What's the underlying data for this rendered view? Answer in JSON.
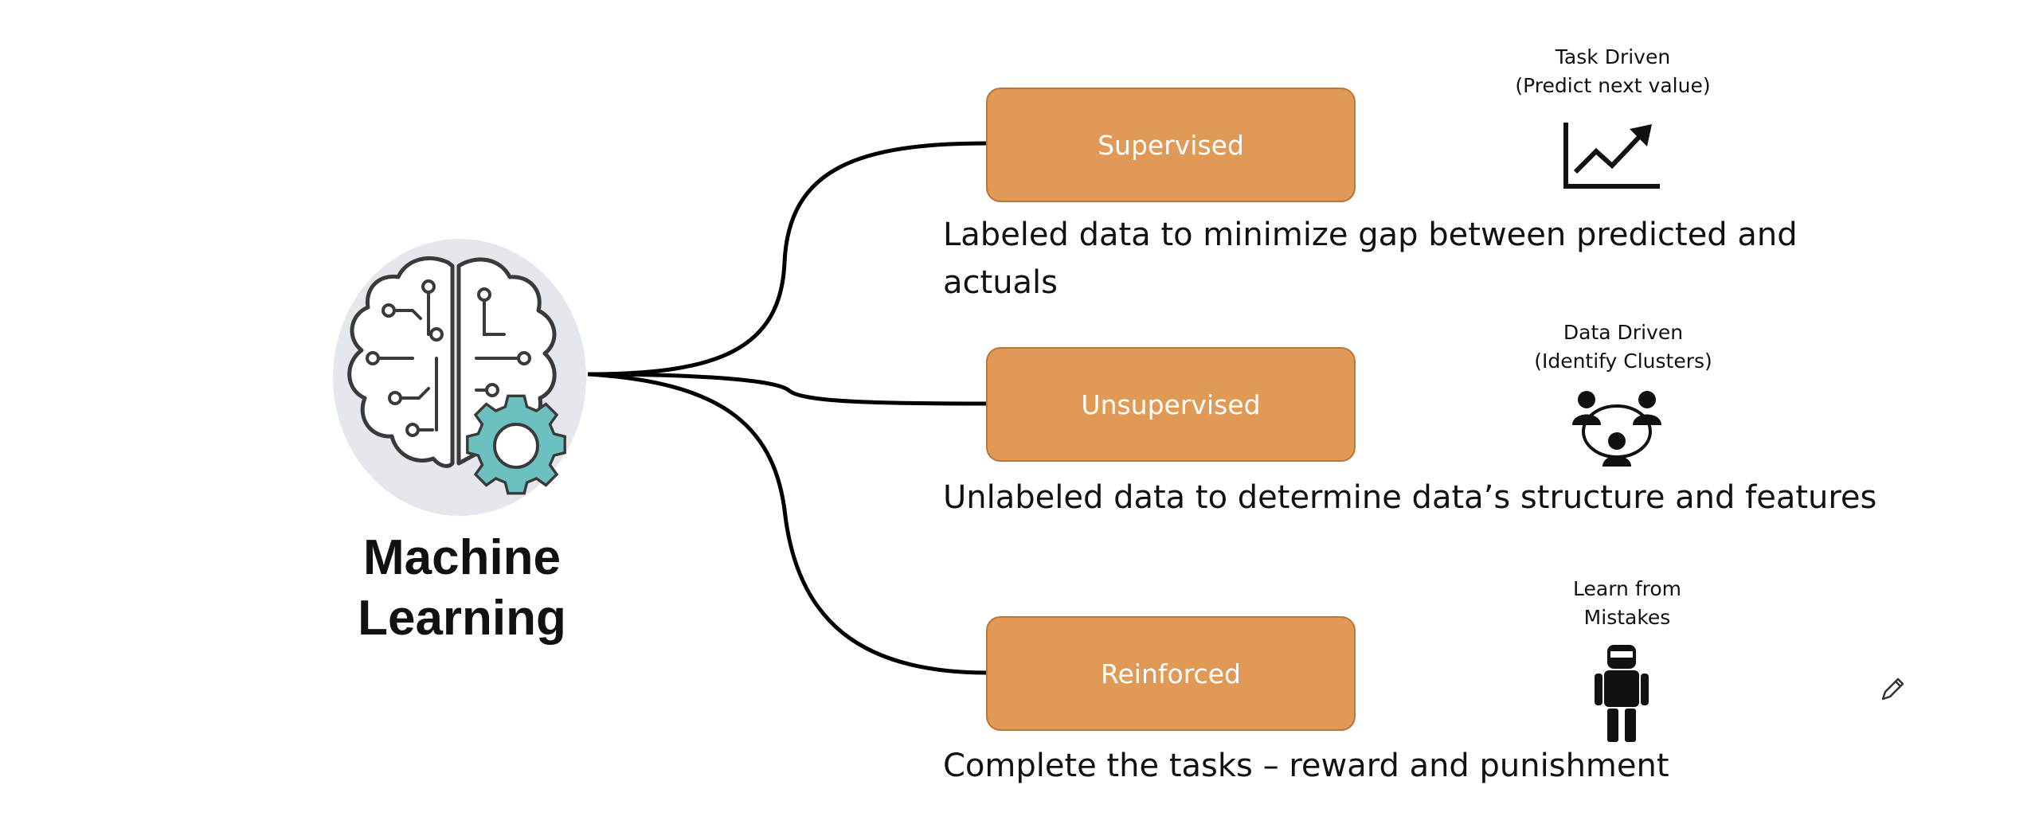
{
  "title": "Machine Learning",
  "branches": [
    {
      "label": "Supervised",
      "description": "Labeled data to minimize gap between predicted and actuals",
      "caption": "Task Driven\n(Predict next value)",
      "icon": "trend-chart-icon"
    },
    {
      "label": "Unsupervised",
      "description": "Unlabeled data to determine data’s structure and features",
      "caption": "Data Driven\n(Identify Clusters)",
      "icon": "people-cluster-icon"
    },
    {
      "label": "Reinforced",
      "description": "Complete the tasks – reward and punishment",
      "caption": "Learn from\nMistakes",
      "icon": "robot-icon"
    }
  ],
  "colors": {
    "box_fill": "#e09a56",
    "box_border": "#b9773a",
    "gear": "#6cc0c0",
    "brain_bg": "#e4e7eb"
  },
  "brain_icon": "brain-gear-icon",
  "cursor_icon": "pencil-icon"
}
